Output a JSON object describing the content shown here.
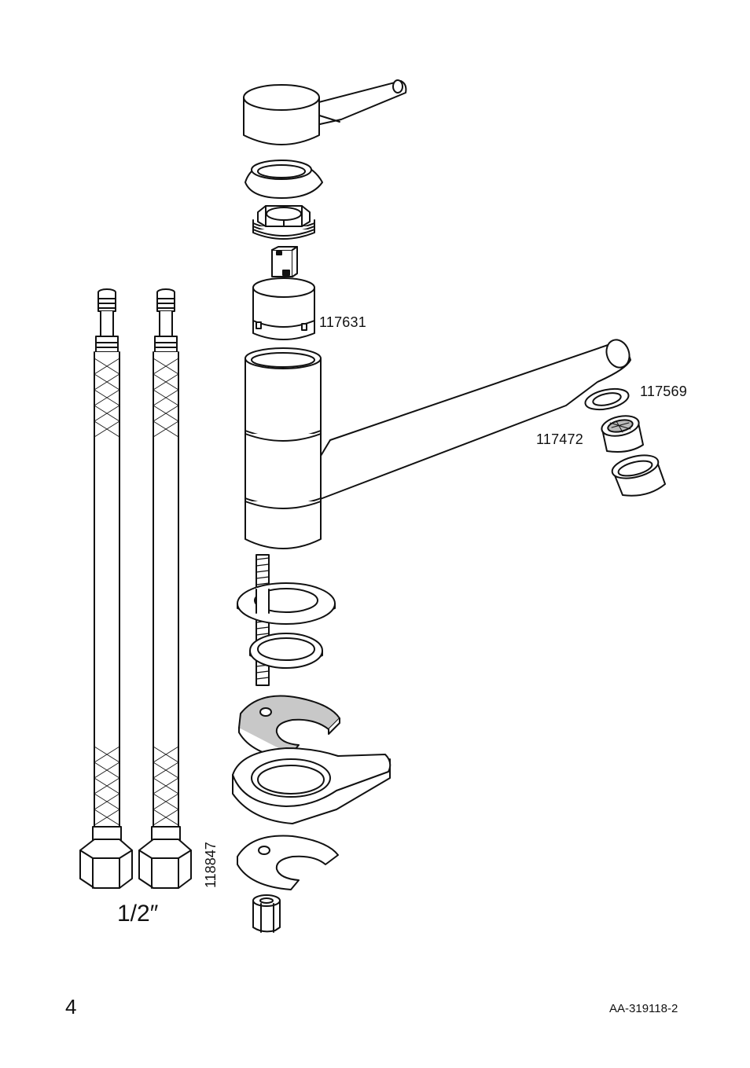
{
  "diagram": {
    "part_numbers": {
      "cartridge": "117631",
      "aerator_washer": "117569",
      "aerator_insert": "117472",
      "hoses": "118847"
    },
    "hose_thread_size": "1/2″"
  },
  "footer": {
    "page_number": "4",
    "document_code": "AA-319118-2"
  },
  "colors": {
    "line": "#111111",
    "fill": "#ffffff",
    "shade": "#c8c8c8"
  }
}
